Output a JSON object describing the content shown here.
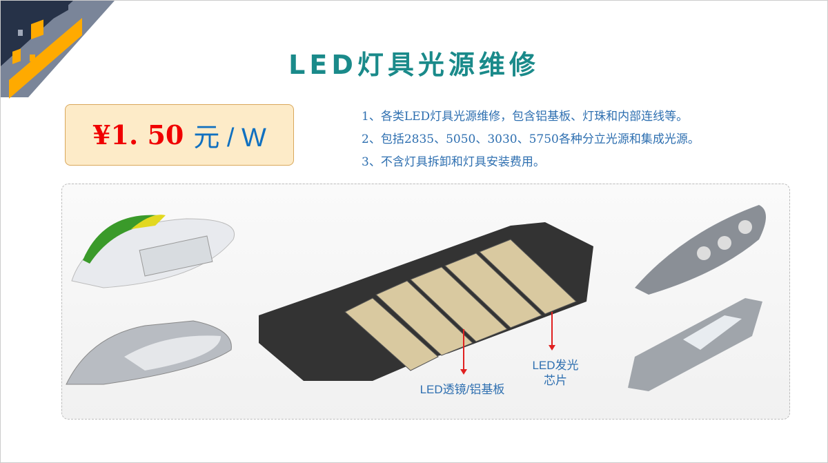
{
  "title": "LED灯具光源维修",
  "price": {
    "amount": "¥1. 50",
    "unit": "元 / W"
  },
  "notes": [
    "1、各类LED灯具光源维修，包含铝基板、灯珠和内部连线等。",
    "2、包括2835、5050、3030、5750各种分立光源和集成光源。",
    "3、不含灯具拆卸和灯具安装费用。"
  ],
  "callouts": {
    "lens": "LED透镜/铝基板",
    "chip_line1": "LED发光",
    "chip_line2": "芯片"
  },
  "colors": {
    "title": "#1a8a8a",
    "price": "#f00000",
    "accent": "#ffaa00",
    "navy": "#263248"
  }
}
